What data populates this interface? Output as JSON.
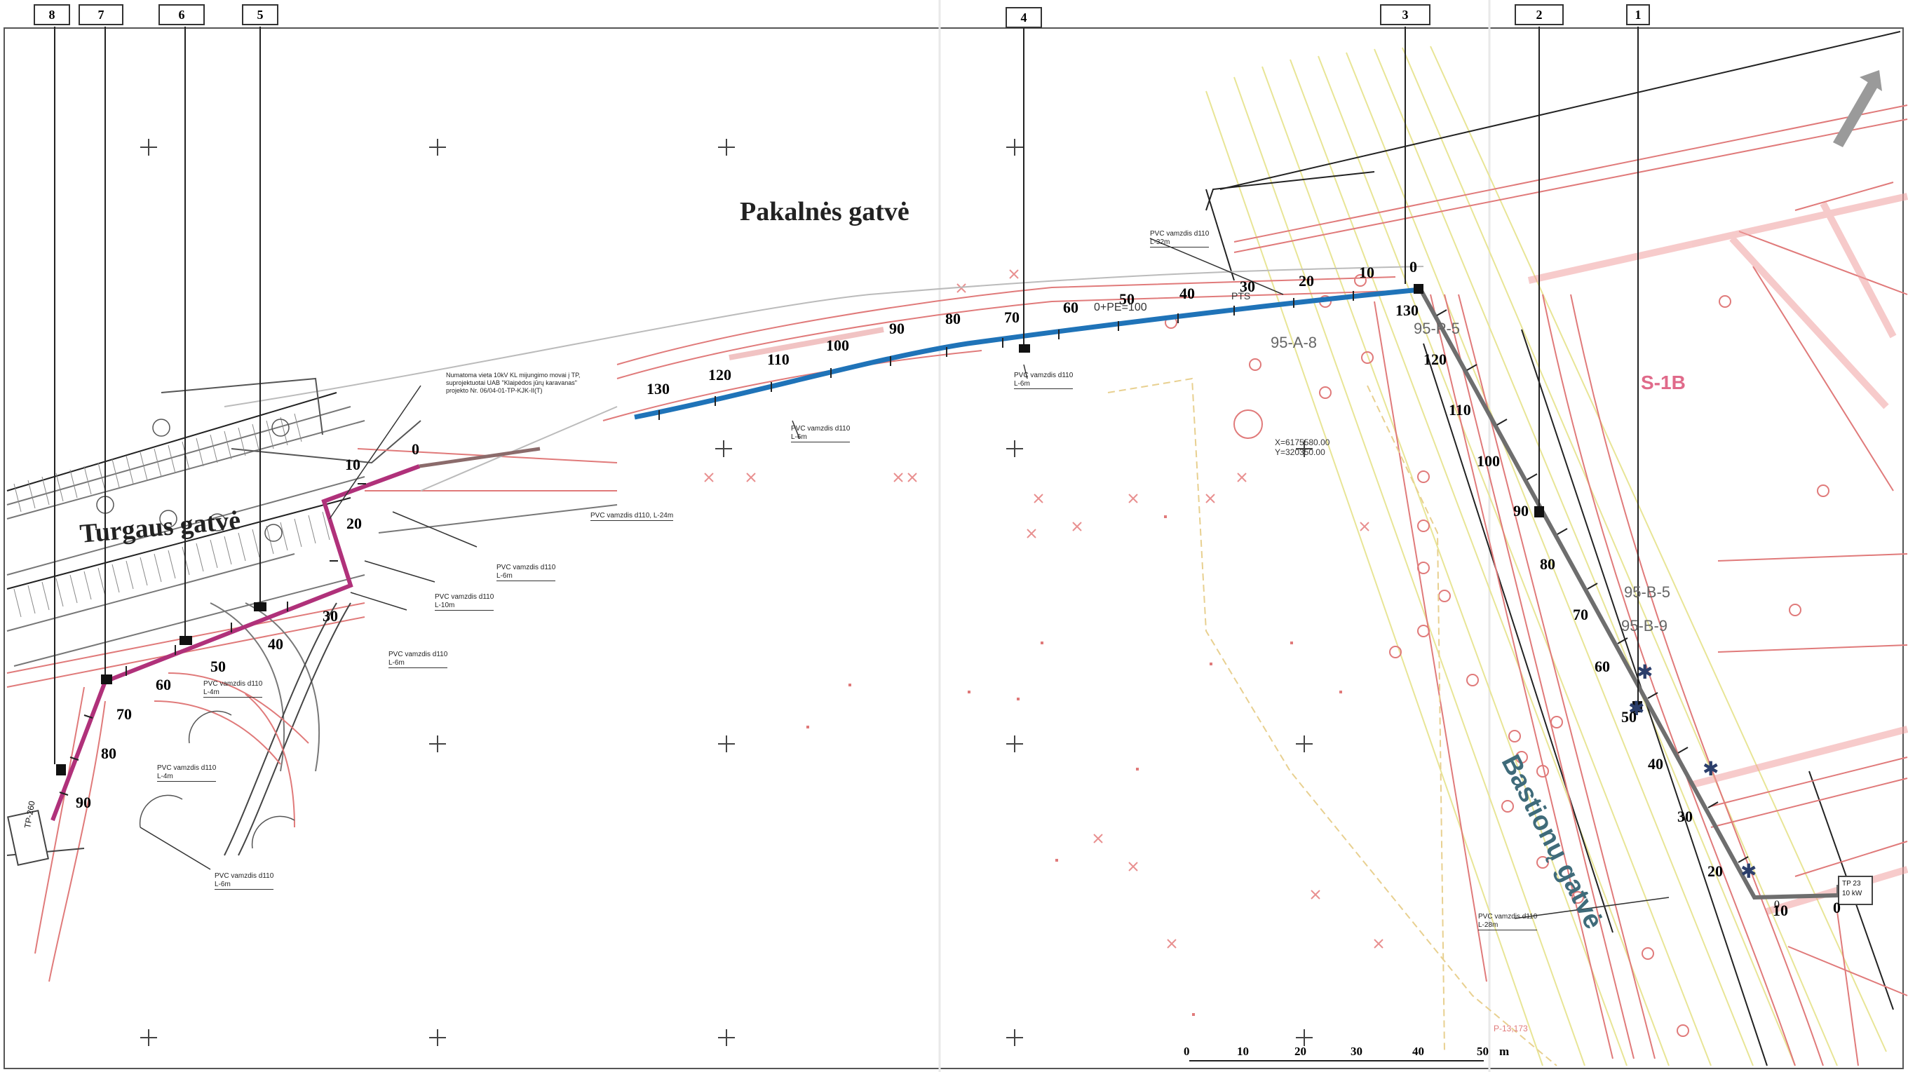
{
  "streets": {
    "pakalnes": "Pakalnės gatvė",
    "turgaus": "Turgaus gatvė",
    "bastionu": "Bastionų gatvė"
  },
  "markers": [
    "1",
    "2",
    "3",
    "4",
    "5",
    "6",
    "7",
    "8"
  ],
  "chainages": {
    "grey_route": [
      "0",
      "10",
      "20",
      "30",
      "40",
      "50",
      "60",
      "70",
      "80",
      "90",
      "100",
      "110",
      "120",
      "130"
    ],
    "blue_route": [
      "0",
      "10",
      "20",
      "30",
      "40",
      "50",
      "60",
      "70",
      "80",
      "90",
      "100",
      "110",
      "120",
      "130"
    ],
    "magenta_route": [
      "0",
      "10",
      "20",
      "30",
      "40",
      "50",
      "60",
      "70",
      "80",
      "90"
    ]
  },
  "annotations": {
    "pvc_main": "PVC vamzdis d110",
    "len_32": "L-32m",
    "len_6": "L-6m",
    "len_10": "L-10m",
    "len_24": "L-24m",
    "len_28": "L-28m",
    "len_4": "L-4m",
    "pvc_24_note": "PVC vamzdis d110, L-24m",
    "connection_note_1": "Numatoma vieta 10kV KL mijungimo movai į TP,",
    "connection_note_2": "suprojektuotai UAB \"Klaipėdos jūrų karavanas\"",
    "connection_note_3": "projekto Nr. 06/04-01-TP-KJK-II(T)",
    "station_label_1": "TP 23",
    "station_label_2": "10 kW",
    "tp_label": "TP-260",
    "zone_label": "S-1B",
    "grid_1": "95-A-8",
    "grid_2": "95-B-5",
    "grid_3": "95-B-9",
    "grid_4": "95-P-5",
    "pk_1": "0+PE=100",
    "pk_2": "P-13,173",
    "coords_1": "X=6175580.00",
    "coords_2": "Y=320350.00",
    "pts": "PTS"
  },
  "scale_bar": {
    "ticks": [
      "0",
      "10",
      "20",
      "30",
      "40",
      "50"
    ],
    "unit": "m"
  },
  "colors": {
    "grey_route": "#6e6e6e",
    "blue_route": "#1f73b8",
    "magenta_route": "#b0317a",
    "utility_red": "#e07a7a",
    "road_yellow": "#e8e596",
    "north_arrow": "#9a9a9a"
  },
  "icons": {
    "north_arrow": "north-arrow-icon",
    "grid_cross": "grid-cross-icon"
  }
}
